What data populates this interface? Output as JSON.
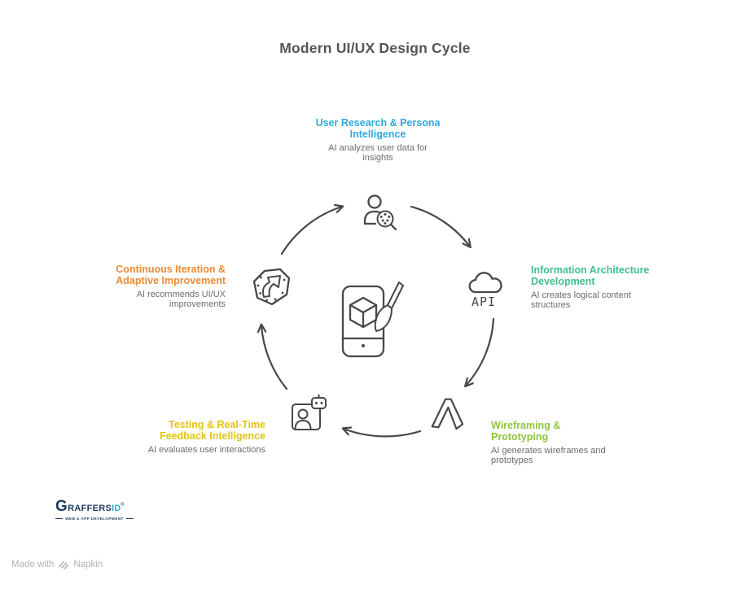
{
  "title": "Modern UI/UX Design Cycle",
  "stages": [
    {
      "id": "user-research",
      "title": "User Research & Persona Intelligence",
      "description": "AI analyzes user data for insights",
      "color": "#2FA9DD",
      "icon": "user-magnifier-icon",
      "position": "top"
    },
    {
      "id": "information-architecture",
      "title": "Information Architecture Development",
      "description": "AI creates logical content structures",
      "color": "#41BE8E",
      "icon": "cloud-api-icon",
      "icon_label": "API",
      "position": "right"
    },
    {
      "id": "wireframing-prototyping",
      "title": "Wireframing & Prototyping",
      "description": "AI generates wireframes and prototypes",
      "color": "#8DC63F",
      "icon": "prototype-a-icon",
      "position": "bottom-right"
    },
    {
      "id": "testing-feedback",
      "title": "Testing & Real-Time Feedback Intelligence",
      "description": "AI evaluates user interactions",
      "color": "#E3C414",
      "icon": "user-feedback-robot-icon",
      "position": "bottom-left"
    },
    {
      "id": "continuous-iteration",
      "title": "Continuous Iteration & Adaptive Improvement",
      "description": "AI recommends UI/UX improvements",
      "color": "#EE8A33",
      "icon": "iteration-arrow-icon",
      "position": "left"
    }
  ],
  "flow_direction": "clockwise",
  "center_icon": "device-design-icon",
  "arrow_color": "#48484a",
  "logo": {
    "brand": "Graffers",
    "brand_suffix": "ID",
    "registered": "®",
    "tagline": "WEB & APP DEVELOPMENT",
    "brand_color": "#1e3a5f",
    "suffix_color": "#2aa9e0"
  },
  "footer": {
    "credit_prefix": "Made with",
    "credit_brand": "Napkin"
  }
}
